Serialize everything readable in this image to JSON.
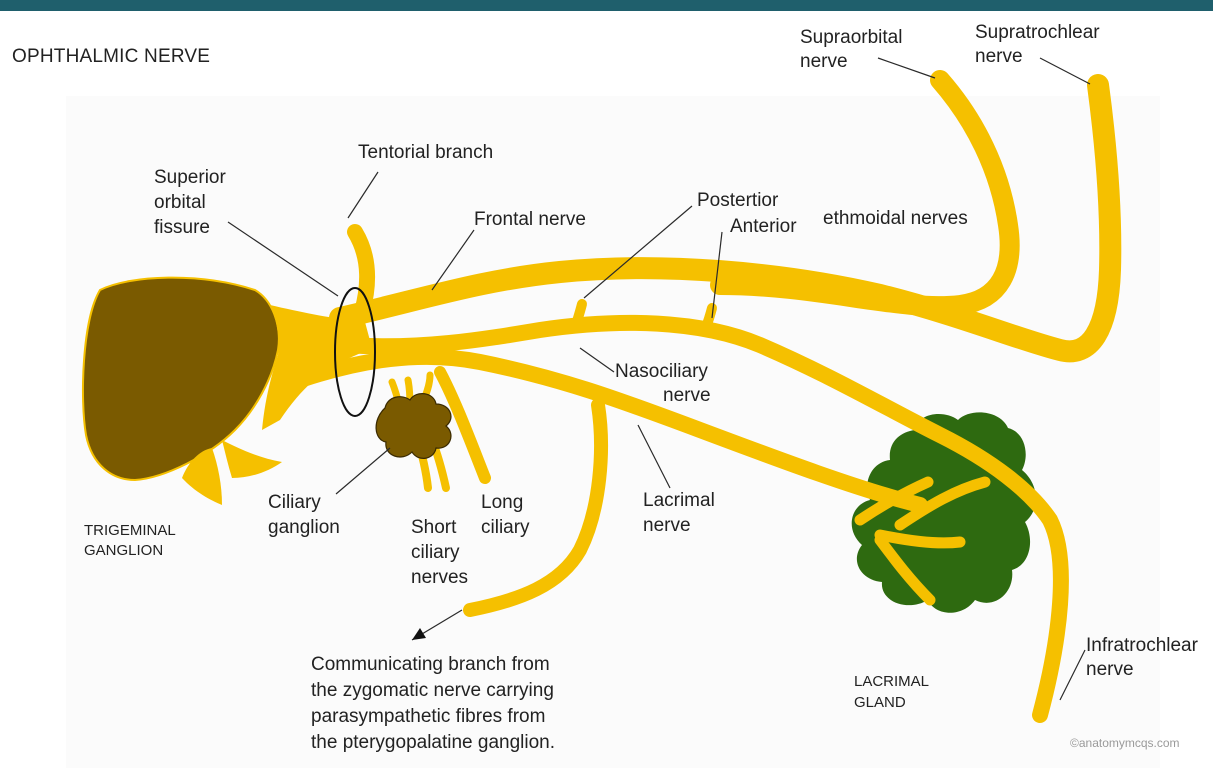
{
  "title": "OPHTHALMIC NERVE",
  "labels": {
    "superior_orbital_fissure": [
      "Superior",
      "orbital",
      "fissure"
    ],
    "tentorial_branch": "Tentorial branch",
    "frontal_nerve": "Frontal nerve",
    "postertior": "Postertior",
    "anterior": "Anterior",
    "ethmoidal_nerves": "ethmoidal nerves",
    "supraorbital_nerve": [
      "Supraorbital",
      "nerve"
    ],
    "supratrochlear_nerve": [
      "Supratrochlear",
      "nerve"
    ],
    "nasociliary_nerve": [
      "Nasociliary",
      "nerve"
    ],
    "lacrimal_nerve": [
      "Lacrimal",
      "nerve"
    ],
    "ciliary_ganglion": [
      "Ciliary",
      "ganglion"
    ],
    "long_ciliary": [
      "Long",
      "ciliary"
    ],
    "short_ciliary_nerves": [
      "Short",
      "ciliary",
      "nerves"
    ],
    "trigeminal_ganglion": [
      "TRIGEMINAL",
      "GANGLION"
    ],
    "lacrimal_gland": [
      "LACRIMAL",
      "GLAND"
    ],
    "infratrochlear_nerve": [
      "Infratrochlear",
      "nerve"
    ],
    "communicating_branch": [
      "Communicating branch from",
      "the zygomatic nerve carrying",
      "parasympathetic fibres from",
      "the pterygopalatine ganglion."
    ]
  },
  "copyright": "©anatomymcqs.com",
  "colors": {
    "nerve": "#f5c000",
    "trigeminal_ganglion": "#7a5a00",
    "lacrimal_gland": "#2e6a10",
    "ciliary_ganglion": "#7a5a00",
    "top_bar": "#1f5f6c"
  }
}
